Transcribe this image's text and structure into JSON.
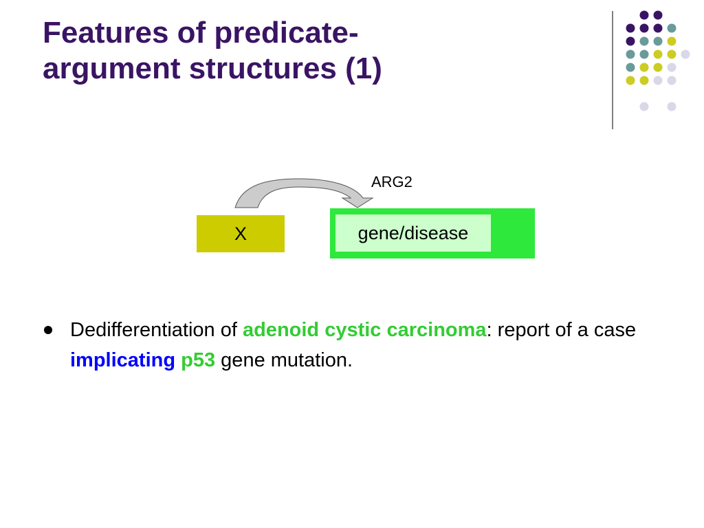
{
  "slide": {
    "title_line1": "Features of predicate-",
    "title_line2": "argument structures (1)"
  },
  "diagram": {
    "left_box_label": "X",
    "right_box_label": "gene/disease",
    "arrow_label": "ARG2",
    "colors": {
      "left_box": "#cccc00",
      "right_box_outer": "#2ee83c",
      "right_box_inner": "#ccffcc",
      "arrow_fill": "#cccccc"
    }
  },
  "bullets": [
    {
      "parts": [
        {
          "text": "Dedifferentiation of ",
          "style": "normal"
        },
        {
          "text": "adenoid cystic carcinoma",
          "style": "green"
        },
        {
          "text": ": report of a case ",
          "style": "normal"
        },
        {
          "text": "implicating",
          "style": "blue"
        },
        {
          "text": " ",
          "style": "normal"
        },
        {
          "text": "p53",
          "style": "green"
        },
        {
          "text": " gene mutation.",
          "style": "normal"
        }
      ]
    }
  ],
  "decoration": {
    "dot_colors": {
      "purple": "#3a1464",
      "teal": "#6a9a9a",
      "yellow": "#cccc22",
      "lavender": "#d8d8e8"
    }
  }
}
